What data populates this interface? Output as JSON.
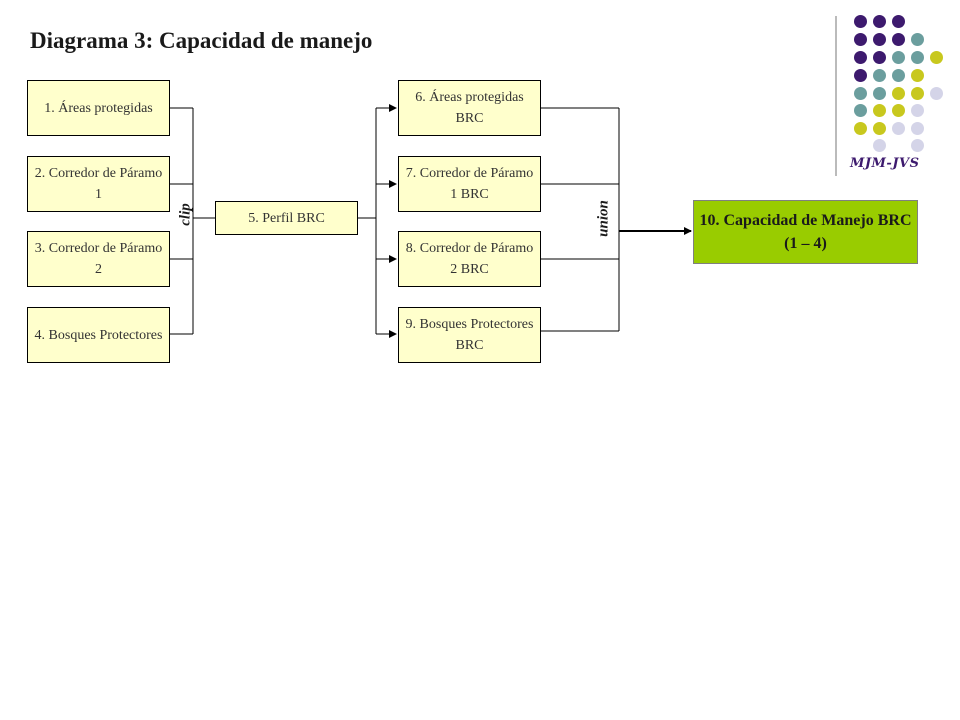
{
  "title": "Diagrama 3: Capacidad de manejo",
  "inputs": [
    "1. Áreas protegidas",
    "2. Corredor de Páramo 1",
    "3. Corredor de Páramo 2",
    "4. Bosques Protectores"
  ],
  "clip_label": "clip",
  "profile": "5. Perfil BRC",
  "outputs": [
    "6. Áreas protegidas BRC",
    "7. Corredor de Páramo 1 BRC",
    "8. Corredor de Páramo 2 BRC",
    "9. Bosques Protectores BRC"
  ],
  "union_label": "union",
  "result": "10. Capacidad de Manejo BRC  (1 – 4)",
  "signature": "MJM-JVS",
  "colors": {
    "box_fill": "#ffffcc",
    "result_fill": "#99cc00",
    "purple": "#3d1a6e",
    "teal": "#6b9e9e",
    "olive": "#c8c81e",
    "lavender": "#d4d4e8"
  }
}
